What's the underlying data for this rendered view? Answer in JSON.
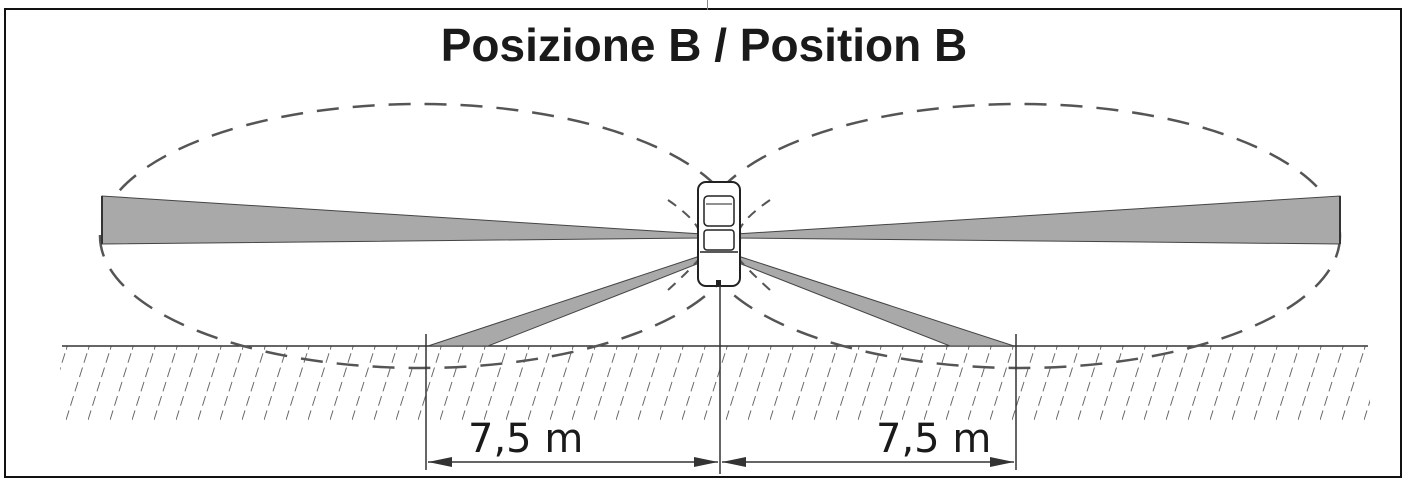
{
  "title": "Posizione B / Position B",
  "dimension_left": "7,5 m",
  "dimension_right": "7,5 m",
  "colors": {
    "beam_fill": "#a9a9a9",
    "outline": "#333333",
    "hatch": "#555555",
    "dashed": "#555555"
  }
}
